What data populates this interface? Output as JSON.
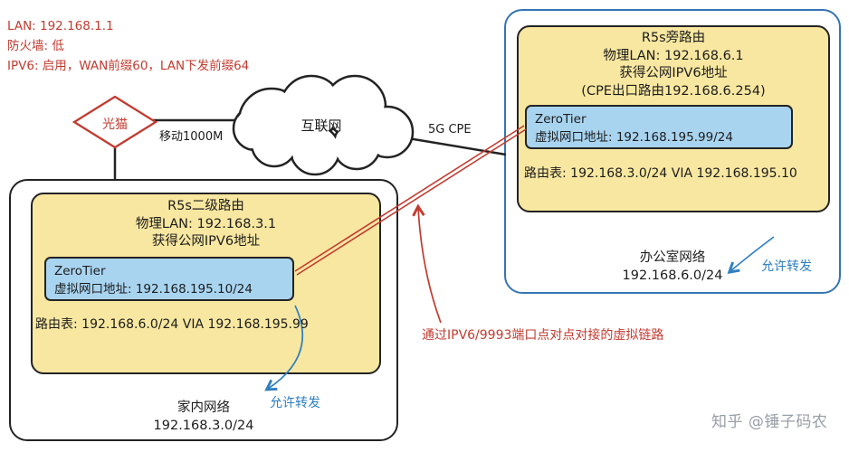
{
  "wan": {
    "modem_label": "光猫",
    "mobile_link_label": "移动1000M",
    "internet_label": "互联网",
    "cpe_link_label": "5G CPE"
  },
  "notes": {
    "modem_config": {
      "line1": "LAN: 192.168.1.1",
      "line2": "防火墙: 低",
      "line3": "IPV6: 启用，WAN前缀60，LAN下发前缀64"
    },
    "virtual_link": "通过IPV6/9993端口点对点对接的虚拟链路",
    "watermark": "知乎 @锤子码农"
  },
  "home_site": {
    "router_title": "R5s二级路由",
    "lan_line": "物理LAN: 192.168.3.1",
    "ipv6_line": "获得公网IPV6地址",
    "zerotier": {
      "title": "ZeroTier",
      "address_line": "虚拟网口地址: 192.168.195.10/24"
    },
    "route_table": "路由表: 192.168.6.0/24 VIA 192.168.195.99",
    "forward_label": "允许转发",
    "network_name": "家内网络",
    "network_cidr": "192.168.3.0/24"
  },
  "office_site": {
    "router_title": "R5s旁路由",
    "lan_line": "物理LAN: 192.168.6.1",
    "ipv6_line": "获得公网IPV6地址",
    "cpe_route_line": "(CPE出口路由192.168.6.254)",
    "zerotier": {
      "title": "ZeroTier",
      "address_line": "虚拟网口地址: 192.168.195.99/24"
    },
    "route_table": "路由表: 192.168.3.0/24 VIA 192.168.195.10",
    "forward_label": "允许转发",
    "network_name": "办公室网络",
    "network_cidr": "192.168.6.0/24"
  },
  "colors": {
    "router_fill": "#f8e7a0",
    "zerotier_fill": "#a8d4f0",
    "annotation_red": "#c23b30",
    "forward_blue": "#2e7fc0",
    "office_border_blue": "#3575b4",
    "ink": "#232323",
    "watermark_gray": "#989ea6"
  }
}
